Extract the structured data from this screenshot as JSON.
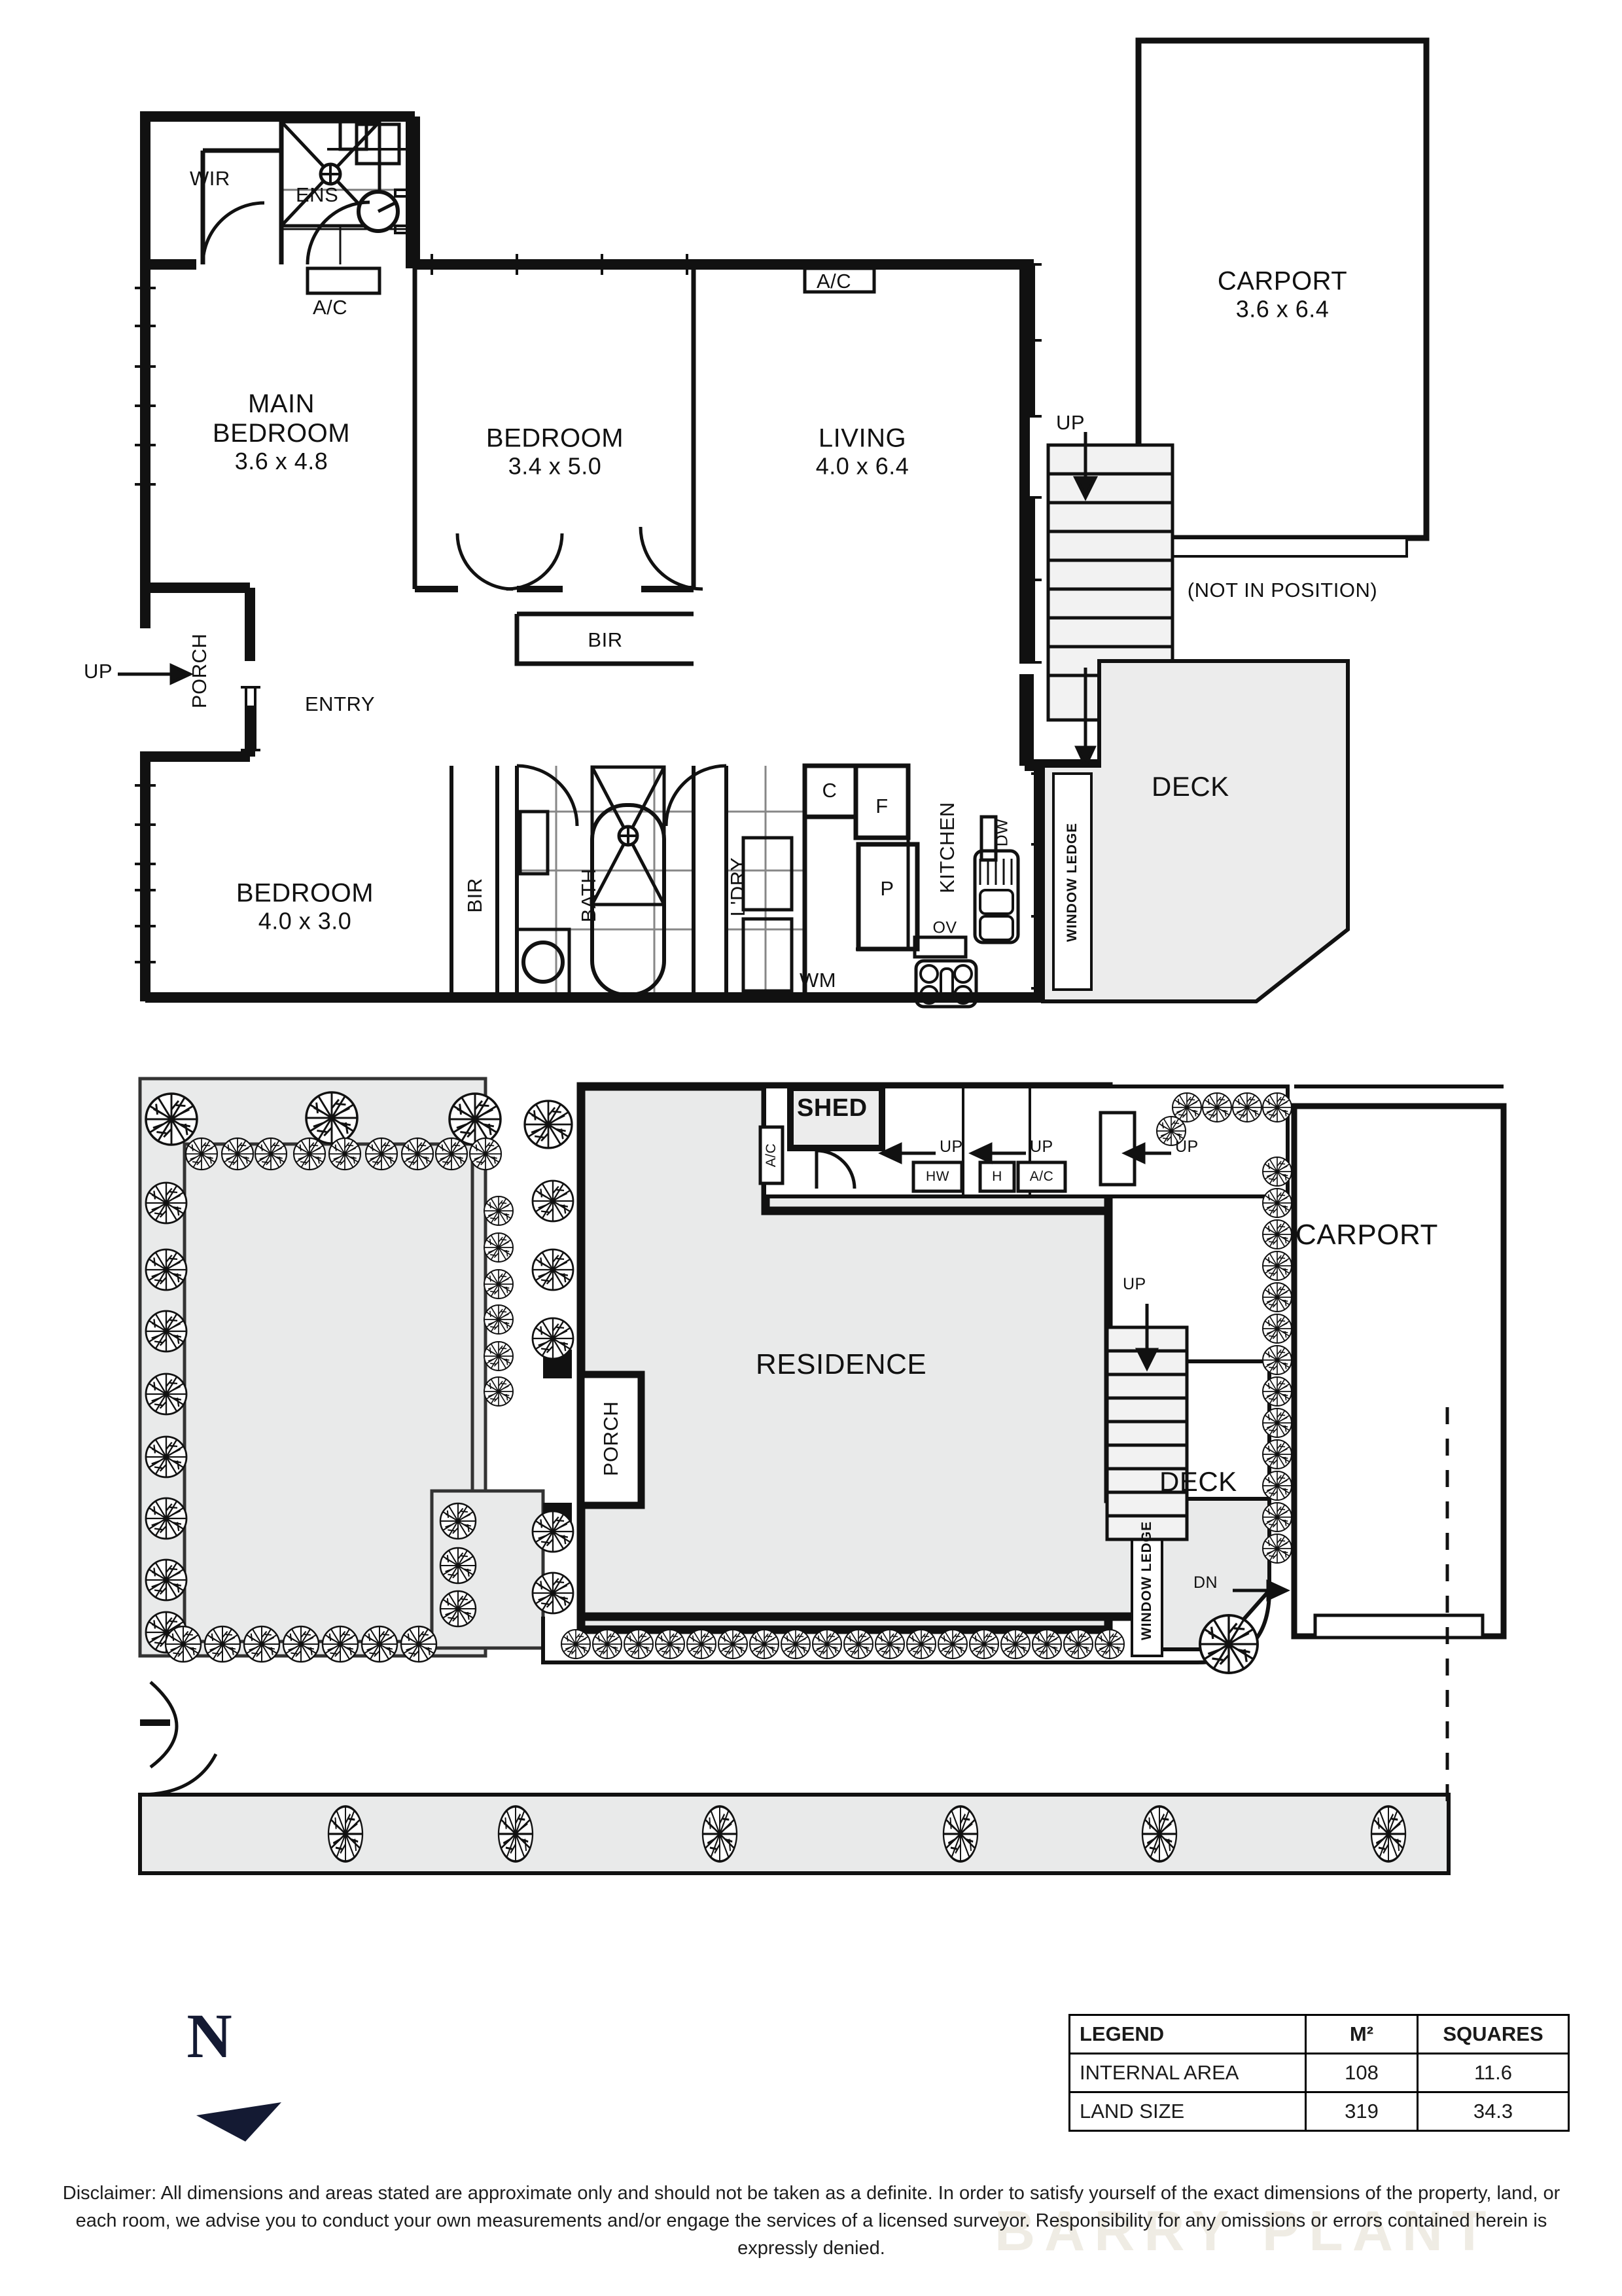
{
  "document": {
    "type": "floorplan",
    "disclaimer": "Disclaimer: All dimensions and areas stated are approximate only and should not be taken as a definite. In order to satisfy yourself of the exact dimensions of the property, land, or each room, we advise you to conduct your own measurements and/or engage the services of a licensed surveyor. Responsibility for any omissions or errors contained herein is expressly denied.",
    "watermark": "BARRY PLANT"
  },
  "north_indicator": {
    "letter": "N"
  },
  "floor_plan": {
    "rooms": [
      {
        "name": "MAIN BEDROOM",
        "name_line1": "MAIN",
        "name_line2": "BEDROOM",
        "dimensions": "3.6 x 4.8"
      },
      {
        "name": "BEDROOM",
        "dimensions": "3.4 x 5.0"
      },
      {
        "name": "LIVING",
        "dimensions": "4.0 x 6.4"
      },
      {
        "name": "BEDROOM",
        "dimensions": "4.0 x 3.0"
      },
      {
        "name": "CARPORT",
        "dimensions": "3.6 x 6.4",
        "note": "(NOT IN POSITION)"
      }
    ],
    "labels": {
      "wir": "WIR",
      "ens": "ENS",
      "ac_ens": "A/C",
      "ac_living": "A/C",
      "porch": "PORCH",
      "entry": "ENTRY",
      "bir_upper": "BIR",
      "bir_lower": "BIR",
      "bath": "BATH",
      "ldry": "L'DRY",
      "kitchen": "KITCHEN",
      "deck": "DECK",
      "window_ledge": "WINDOW LEDGE",
      "cupboard": "C",
      "fridge": "F",
      "pantry": "P",
      "oven": "OV",
      "washing_machine": "WM",
      "dishwasher": "DW",
      "up_porch": "UP",
      "up_stairs": "UP"
    }
  },
  "site_plan": {
    "labels": {
      "residence": "RESIDENCE",
      "shed": "SHED",
      "carport": "CARPORT",
      "deck": "DECK",
      "porch": "PORCH",
      "window_ledge": "WINDOW LEDGE",
      "ac_left": "A/C",
      "ac_right": "A/C",
      "hot_water": "HW",
      "heater": "H",
      "up_1": "UP",
      "up_2": "UP",
      "up_3": "UP",
      "up_stairs": "UP",
      "dn_stairs": "DN"
    }
  },
  "legend": {
    "headers": [
      "LEGEND",
      "M²",
      "SQUARES"
    ],
    "rows": [
      {
        "label": "INTERNAL AREA",
        "m2": "108",
        "squares": "11.6"
      },
      {
        "label": "LAND SIZE",
        "m2": "319",
        "squares": "34.3"
      }
    ]
  }
}
